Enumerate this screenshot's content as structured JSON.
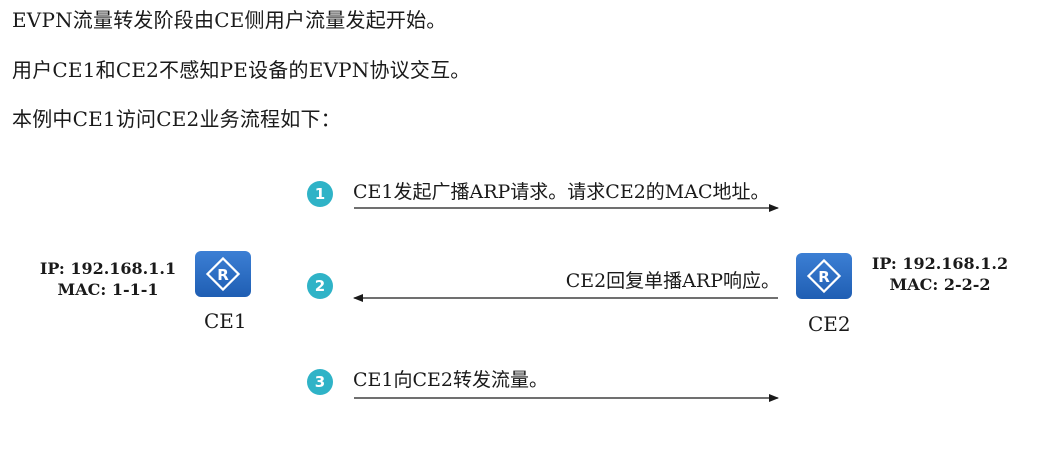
{
  "intro": {
    "line1": "EVPN流量转发阶段由CE侧用户流量发起开始。",
    "line2": "用户CE1和CE2不感知PE设备的EVPN协议交互。",
    "line3": "本例中CE1访问CE2业务流程如下："
  },
  "steps": [
    {
      "number": "1",
      "text": "CE1发起广播ARP请求。请求CE2的MAC地址。",
      "direction": "CE1-to-CE2"
    },
    {
      "number": "2",
      "text": "CE2回复单播ARP响应。",
      "direction": "CE2-to-CE1"
    },
    {
      "number": "3",
      "text": "CE1向CE2转发流量。",
      "direction": "CE1-to-CE2"
    }
  ],
  "devices": {
    "ce1": {
      "name": "CE1",
      "ip": "IP: 192.168.1.1",
      "mac": "MAC: 1-1-1",
      "icon": "router-icon"
    },
    "ce2": {
      "name": "CE2",
      "ip": "IP: 192.168.1.2",
      "mac": "MAC: 2-2-2",
      "icon": "router-icon"
    }
  },
  "colors": {
    "badge": "#2fb3c7",
    "router": "#1f5eb3",
    "arrow": "#1a1a1a",
    "text": "#1a1a1a"
  }
}
